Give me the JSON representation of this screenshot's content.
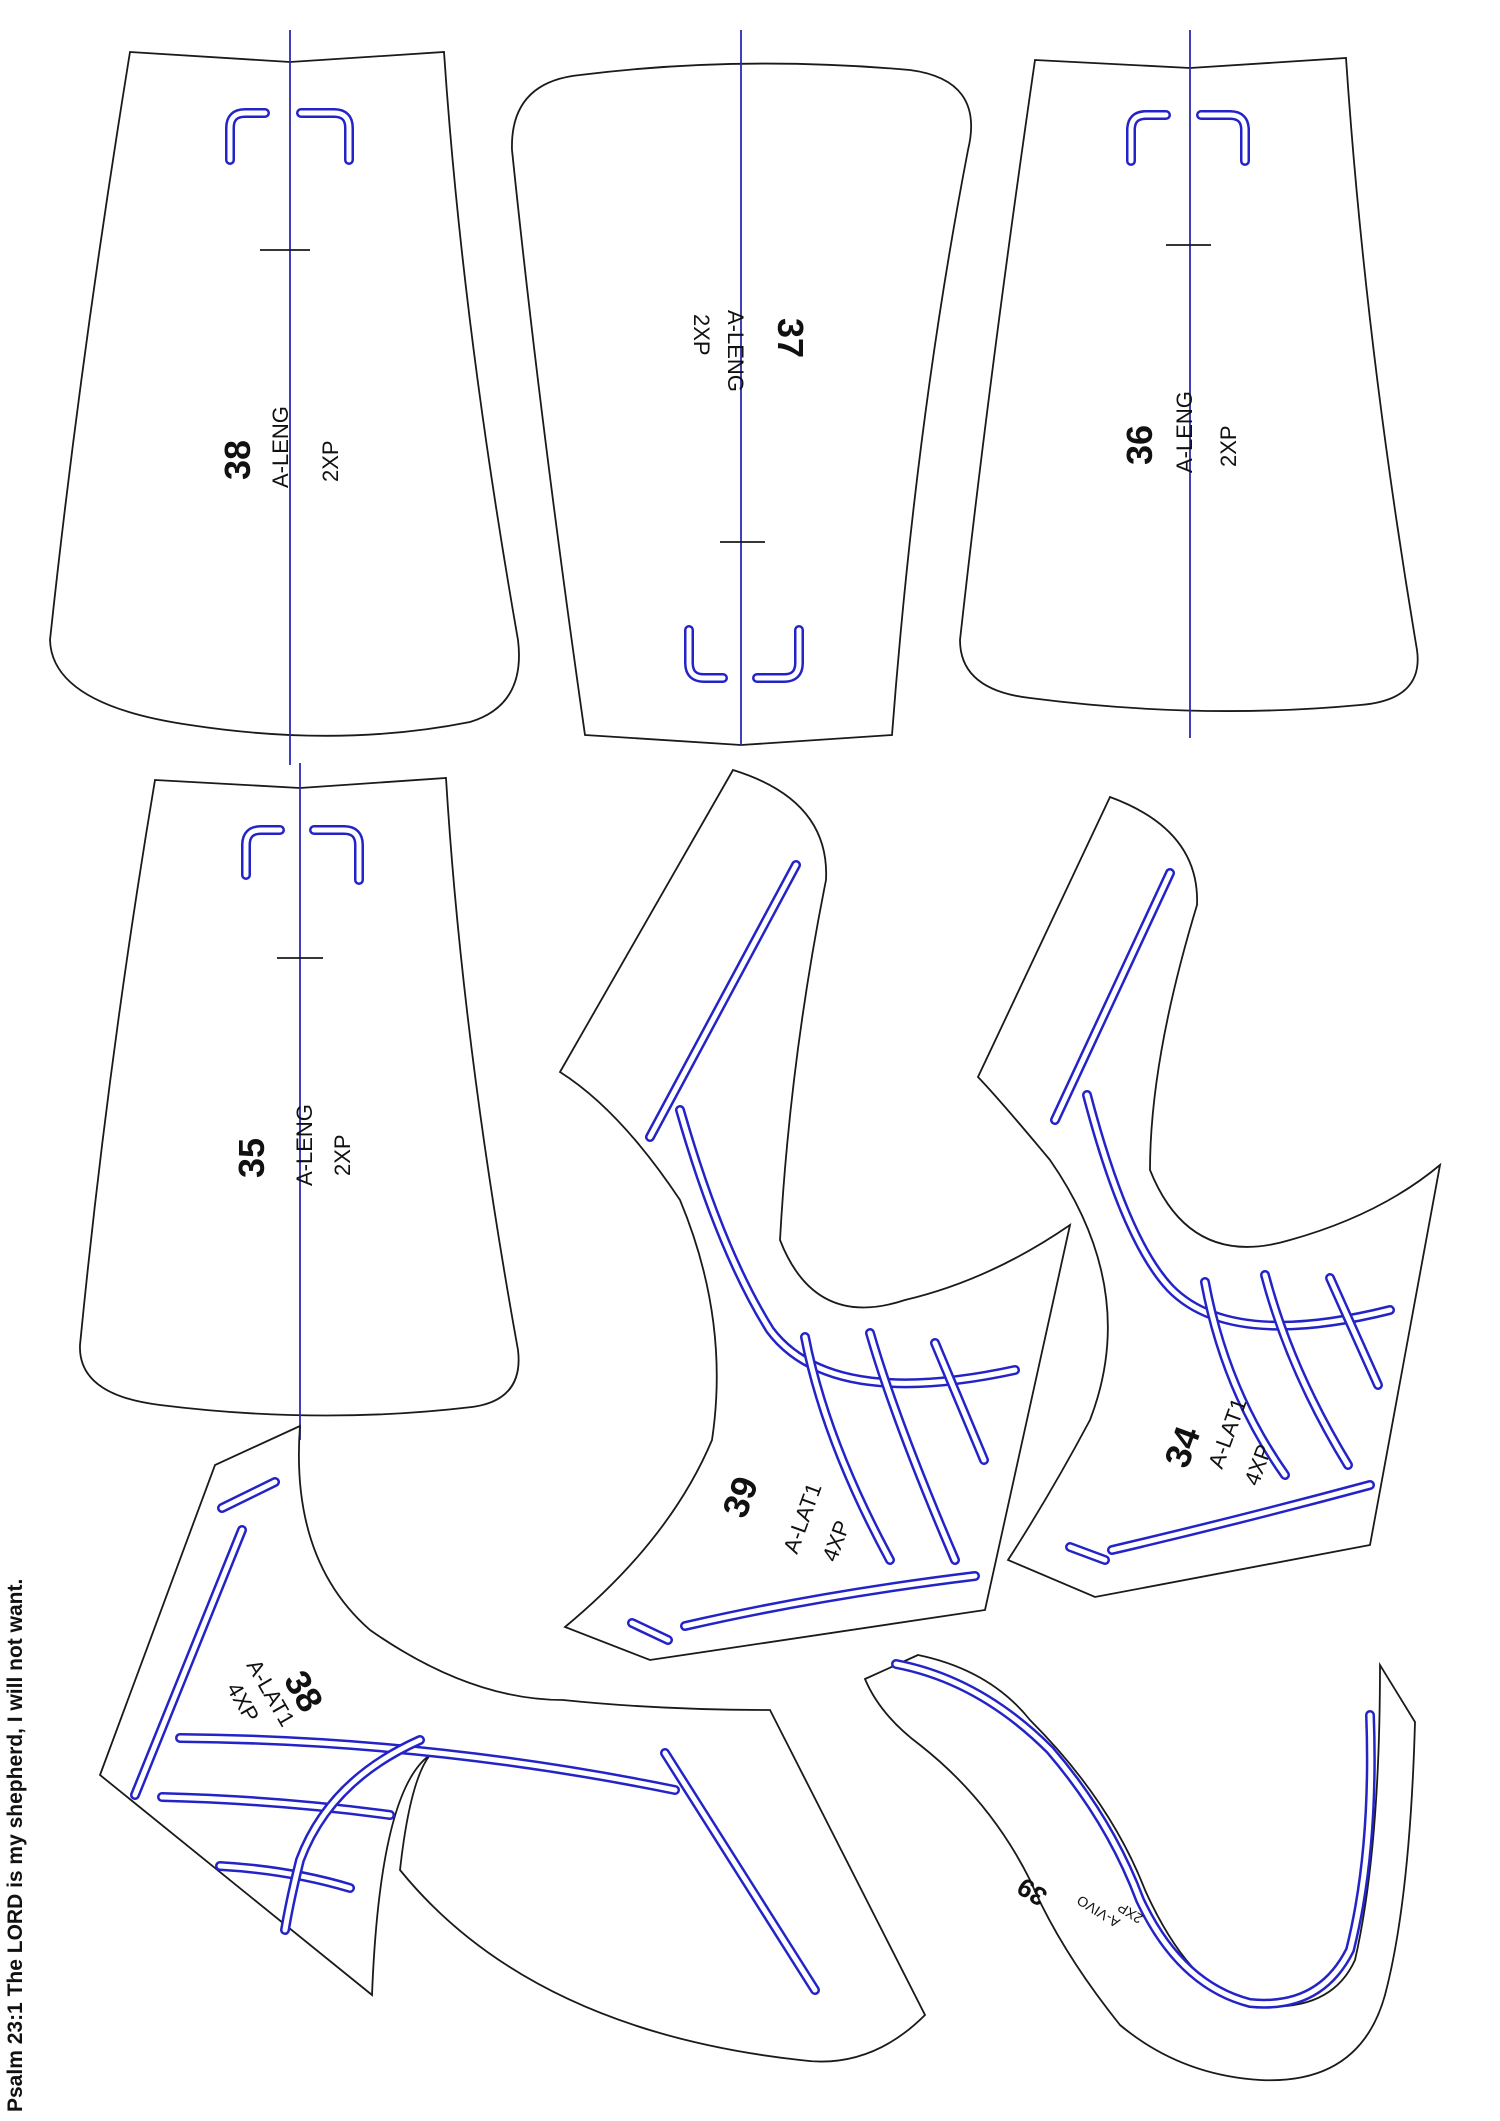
{
  "footer": {
    "verse": "Psalm 23:1 The LORD is my shepherd, I will not want."
  },
  "pieces": [
    {
      "id": "p38-leng",
      "number": "38",
      "code": "A-LENG",
      "qty": "2XP"
    },
    {
      "id": "p37-leng",
      "number": "37",
      "code": "A-LENG",
      "qty": "2XP"
    },
    {
      "id": "p36-leng",
      "number": "36",
      "code": "A-LENG",
      "qty": "2XP"
    },
    {
      "id": "p35-leng",
      "number": "35",
      "code": "A-LENG",
      "qty": "2XP"
    },
    {
      "id": "p39-lat1",
      "number": "39",
      "code": "A-LAT1",
      "qty": "4XP"
    },
    {
      "id": "p34-lat1",
      "number": "34",
      "code": "A-LAT1",
      "qty": "4XP"
    },
    {
      "id": "p38-lat1",
      "number": "38",
      "code": "A-LAT1",
      "qty": "4XP"
    },
    {
      "id": "p39-vivo",
      "number": "39",
      "code": "A-VIVO",
      "qty": "2XP"
    }
  ],
  "colors": {
    "outline": "#1a1a1a",
    "seam": "#2323c8",
    "grain": "#2a2ab0"
  }
}
